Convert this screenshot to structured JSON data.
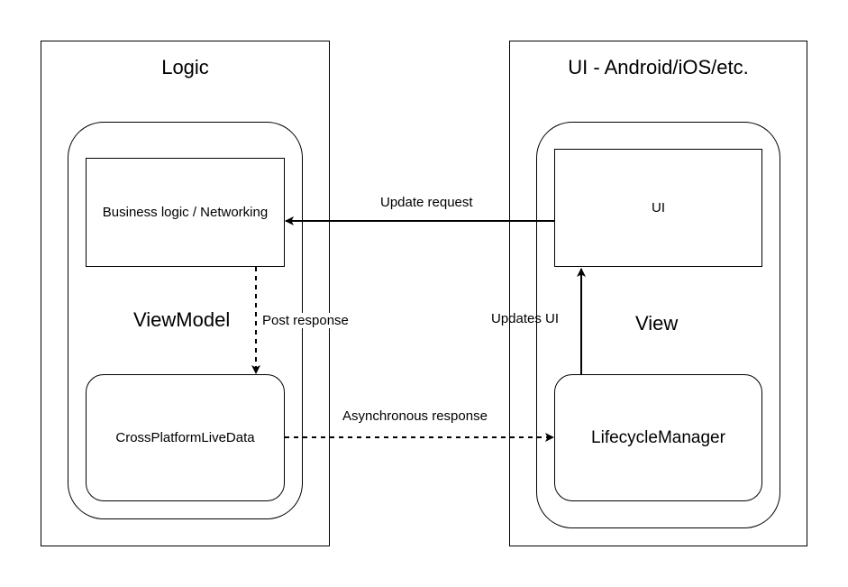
{
  "logic": {
    "title": "Logic",
    "viewmodel_label": "ViewModel",
    "business_box_label": "Business logic / Networking",
    "livedata_box_label": "CrossPlatformLiveData"
  },
  "ui_platform": {
    "title": "UI - Android/iOS/etc.",
    "view_label": "View",
    "ui_box_label": "UI",
    "lifecycle_box_label": "LifecycleManager"
  },
  "edges": {
    "update_request": "Update request",
    "post_response": "Post response",
    "updates_ui": "Updates UI",
    "async_response": "Asynchronous response"
  }
}
